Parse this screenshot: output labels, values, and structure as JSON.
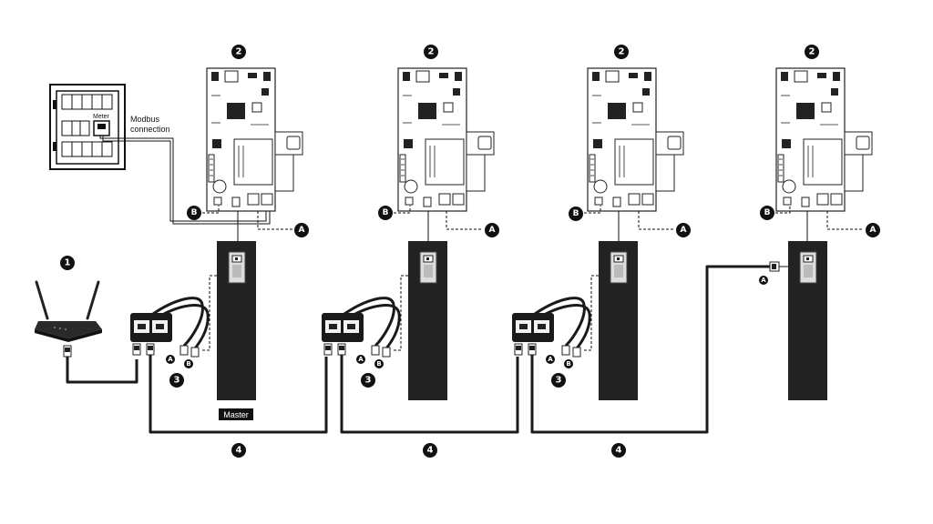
{
  "labels": {
    "meter": "Meter",
    "modbus_line1": "Modbus",
    "modbus_line2": "connection",
    "master": "Master"
  },
  "markers": {
    "router": "1",
    "board": "2",
    "splitter": "3",
    "cable": "4",
    "a": "A",
    "b": "B"
  },
  "colors": {
    "ink": "#111111",
    "charger_body": "#222222",
    "background": "#ffffff"
  }
}
